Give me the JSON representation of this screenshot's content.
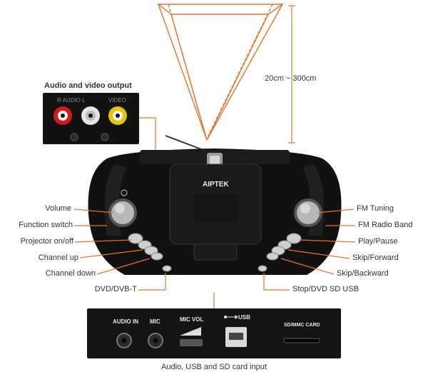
{
  "colors": {
    "leader": "#e8732a",
    "body": "#111111",
    "body_hi": "#2b2b2b",
    "label": "#333333",
    "audio_red": "#d21a1a",
    "audio_white": "#e6e6e6",
    "video_yellow": "#e8c400"
  },
  "projection": {
    "distance_label": "20cm ~ 300cm"
  },
  "panels": {
    "av_output": {
      "title": "Audio and video output",
      "printed": [
        "R AUDIO L",
        "VIDEO"
      ]
    },
    "bottom_inputs": {
      "caption": "Audio, USB and SD card input",
      "printed": [
        "AUDIO IN",
        "MIC",
        "MIC VOL",
        "USB",
        "SD/MMC CARD"
      ]
    }
  },
  "device": {
    "brand": "AIPTEK"
  },
  "callouts": {
    "left": [
      "Volume",
      "Function switch",
      "Projector on/off",
      "Channel up",
      "Channel down",
      "DVD/DVB-T"
    ],
    "right": [
      "FM Tuning",
      "FM Radio Band",
      "Play/Pause",
      "Skip/Forward",
      "Skip/Backward",
      "Stop/DVD SD USB"
    ]
  }
}
